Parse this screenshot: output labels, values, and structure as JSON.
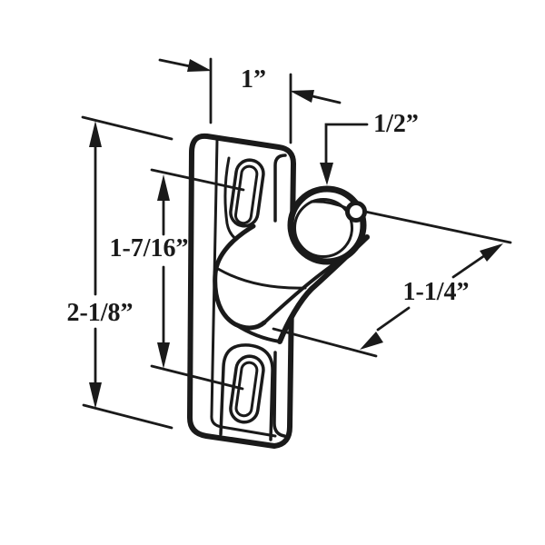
{
  "diagram": {
    "background_color": "#ffffff",
    "line_color": "#1a1a1a",
    "labels": {
      "width": "1”",
      "pin_offset": "1/2”",
      "slot_spacing": "1-7/16”",
      "height": "2-1/8”",
      "pin_length": "1-1/4”"
    }
  }
}
